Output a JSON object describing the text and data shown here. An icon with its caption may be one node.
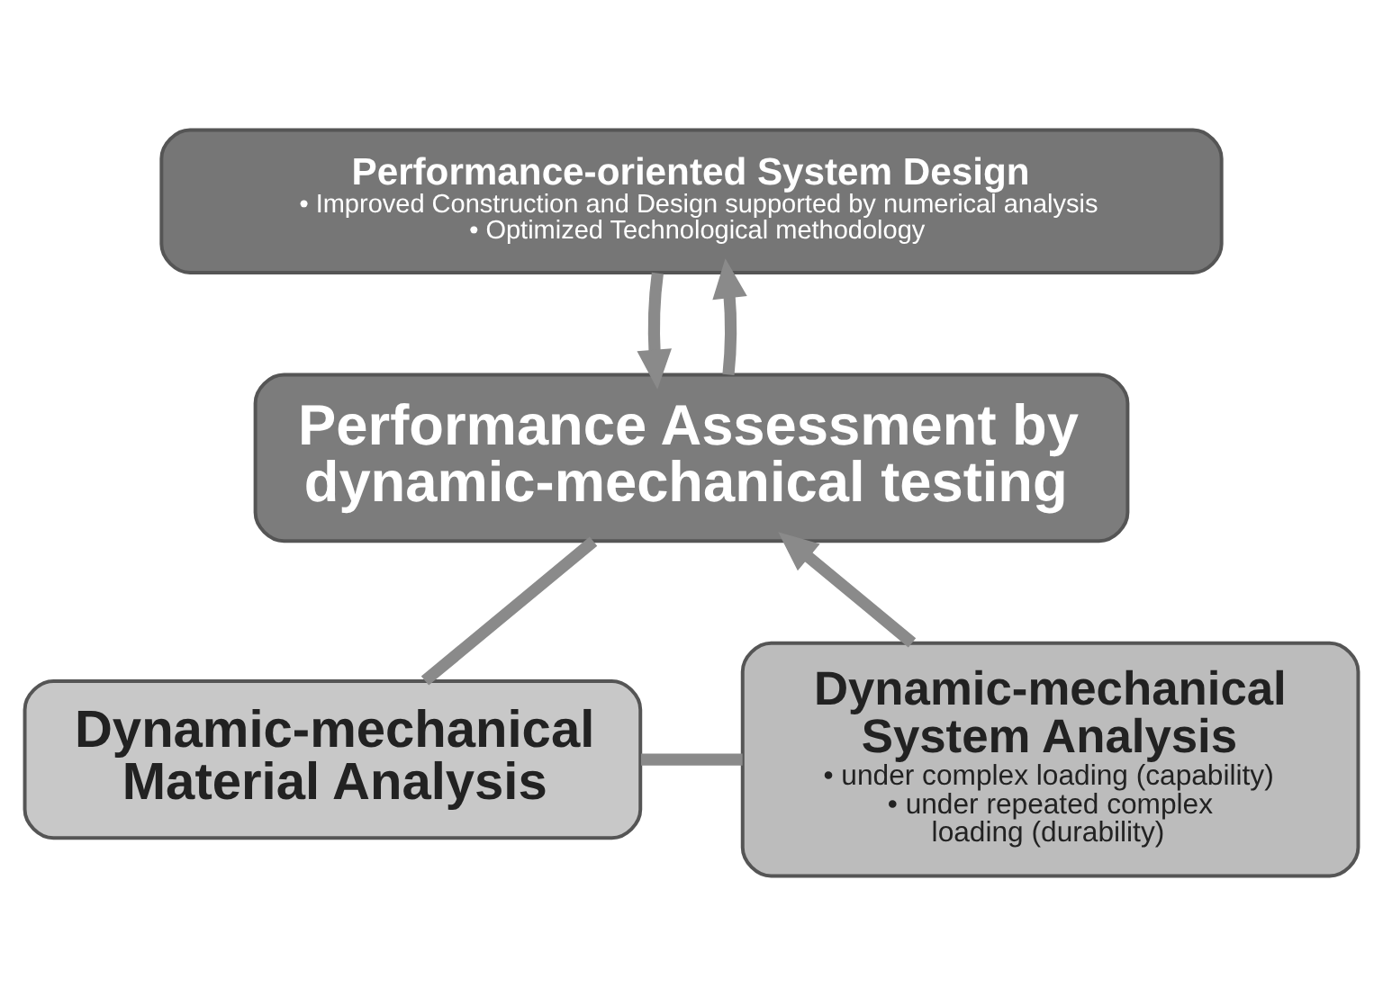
{
  "diagram": {
    "nodes": [
      {
        "text": [
          "Performance-oriented System Design",
          "• Improved Construction and Design supported by numerical analysis",
          "• Optimized Technological methodology"
        ]
      },
      {
        "text": [
          "Performance Assessment by dynamic-mechanical testing"
        ]
      },
      {
        "text": [
          "Dynamic-mechanical System Analysis",
          "• under complex loading (capability)",
          "• under repeated complex loading (durability)"
        ]
      },
      {
        "text": [
          "Dynamic-mechanical Material Analysis"
        ]
      }
    ],
    "edges": [
      {
        "from": 0,
        "to": 1,
        "arrow": "to"
      },
      {
        "from": 1,
        "to": 0,
        "arrow": "to"
      },
      {
        "from": 2,
        "to": 1,
        "arrow": "to"
      },
      {
        "from": 1,
        "to": 3,
        "arrow": "none"
      },
      {
        "from": 3,
        "to": 2,
        "arrow": "none"
      }
    ]
  }
}
